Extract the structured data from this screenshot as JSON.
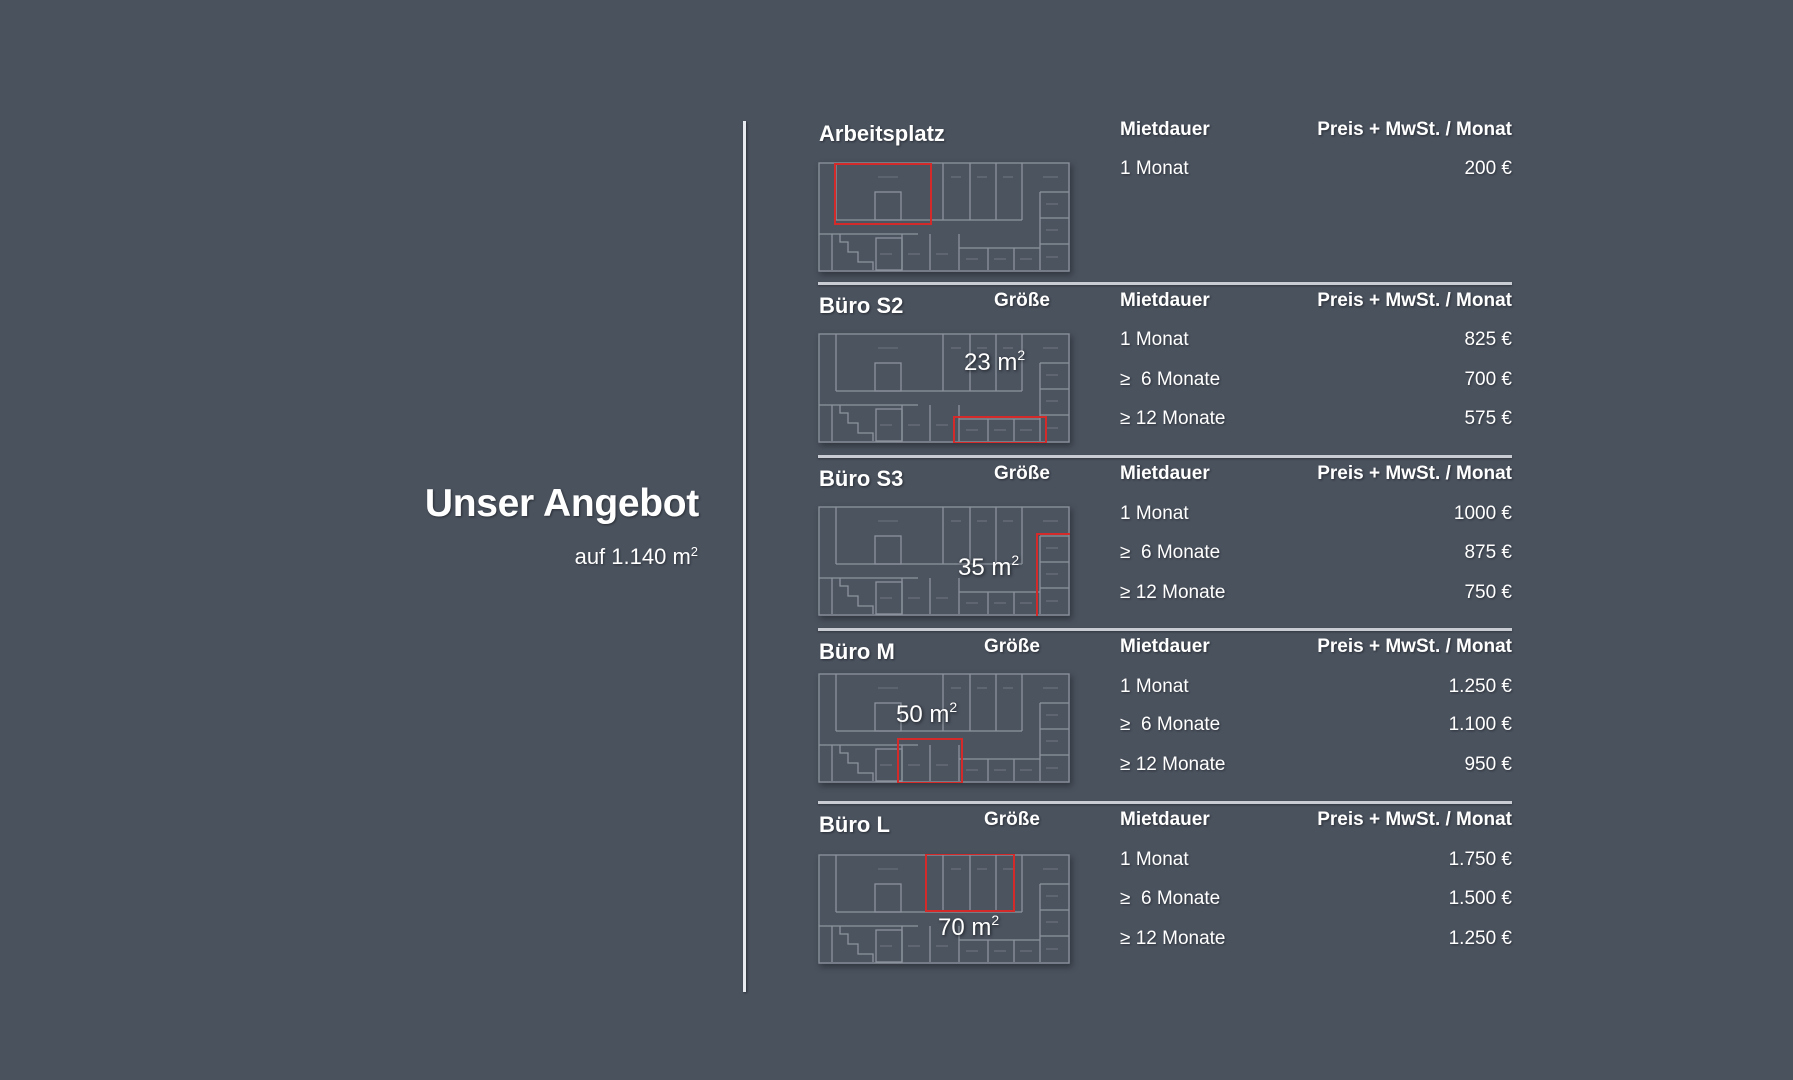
{
  "title": {
    "main": "Unser Angebot",
    "subtitle_prefix": "auf 1.140 m",
    "subtitle_sup": "2"
  },
  "columns": {
    "size": "Größe",
    "duration": "Mietdauer",
    "price": "Preis + MwSt. / Monat"
  },
  "colors": {
    "background": "#4a525e",
    "highlight": "#d42a2a",
    "text": "#ffffff"
  },
  "offers": [
    {
      "name": "Arbeitsplatz",
      "size_value": null,
      "rates": [
        {
          "duration": "1 Monat",
          "price": "200 €"
        }
      ]
    },
    {
      "name": "Büro S2",
      "size_value": "23 m",
      "size_sup": "2",
      "rates": [
        {
          "duration": "1 Monat",
          "price": "825 €"
        },
        {
          "duration": "≥  6 Monate",
          "price": "700 €"
        },
        {
          "duration": "≥ 12 Monate",
          "price": "575 €"
        }
      ]
    },
    {
      "name": "Büro S3",
      "size_value": "35 m",
      "size_sup": "2",
      "rates": [
        {
          "duration": "1 Monat",
          "price": "1000 €"
        },
        {
          "duration": "≥  6 Monate",
          "price": "875 €"
        },
        {
          "duration": "≥ 12 Monate",
          "price": "750 €"
        }
      ]
    },
    {
      "name": "Büro M",
      "size_value": "50 m",
      "size_sup": "2",
      "rates": [
        {
          "duration": "1 Monat",
          "price": "1.250 €"
        },
        {
          "duration": "≥  6 Monate",
          "price": "1.100 €"
        },
        {
          "duration": "≥ 12 Monate",
          "price": "950 €"
        }
      ]
    },
    {
      "name": "Büro L",
      "size_value": "70 m",
      "size_sup": "2",
      "rates": [
        {
          "duration": "1 Monat",
          "price": "1.750 €"
        },
        {
          "duration": "≥  6 Monate",
          "price": "1.500 €"
        },
        {
          "duration": "≥ 12 Monate",
          "price": "1.250 €"
        }
      ]
    }
  ]
}
